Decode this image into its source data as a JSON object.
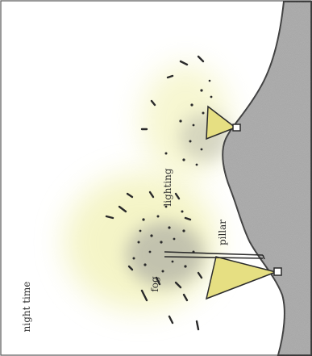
{
  "labels": {
    "lighting": "lighting",
    "pillar": "pillar",
    "fog": "fog",
    "night_time": "night time"
  },
  "colors": {
    "background": "#ffffff",
    "rock": "#a8a8a8",
    "rock_edge": "#3a3a3a",
    "glow": "#ecec9a",
    "haze": "#9a9a9a",
    "light_cone": "#e6df82",
    "frame": "#555555"
  }
}
